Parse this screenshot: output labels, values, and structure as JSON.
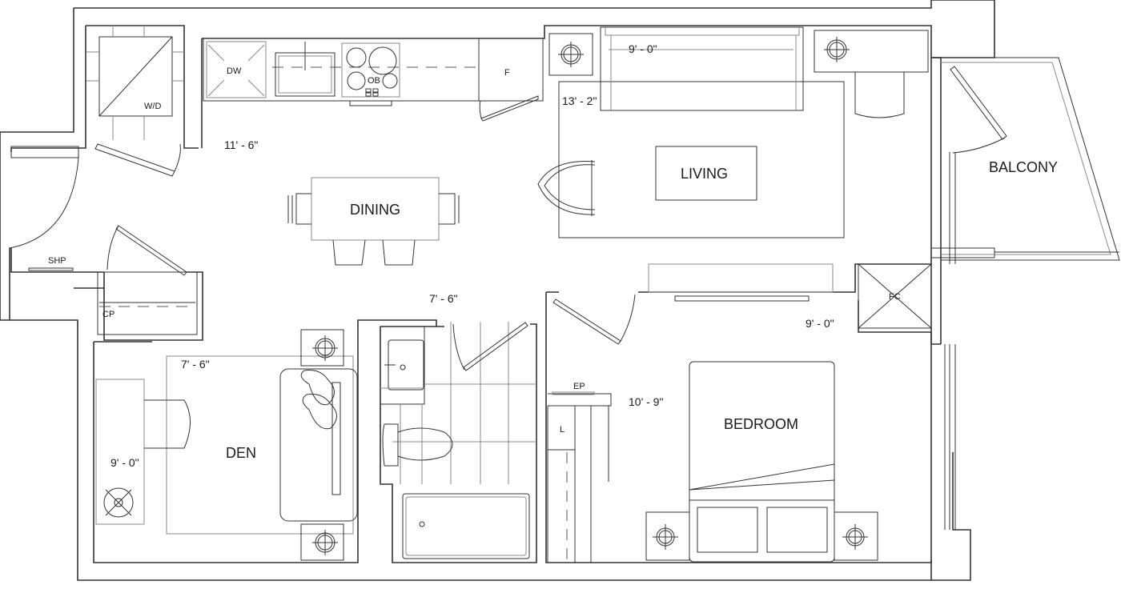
{
  "rooms": {
    "dining": "DINING",
    "living": "LIVING",
    "balcony": "BALCONY",
    "den": "DEN",
    "bedroom": "BEDROOM"
  },
  "dimensions": {
    "dining_width": "11' - 6\"",
    "living_width": "9' - 0\"",
    "living_length": "13' - 2\"",
    "den_width": "7' - 6\"",
    "den_length": "9' - 0\"",
    "bath_width": "7' - 6\"",
    "bedroom_width": "9' - 0\"",
    "bedroom_length": "10' - 9\""
  },
  "fixtures": {
    "washer_dryer": "W/D",
    "dishwasher": "DW",
    "oven": "OB",
    "fridge": "F",
    "shelf": "SHP",
    "coat_closet": "CP",
    "fan_coil": "FC",
    "electrical_panel": "EP",
    "linen": "L"
  }
}
